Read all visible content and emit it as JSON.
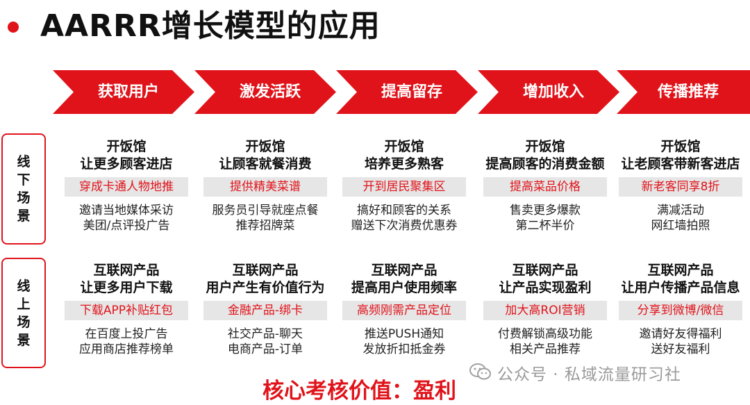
{
  "title": "AARRR增长模型的应用",
  "accent_color": "#e0131a",
  "stages": [
    "获取用户",
    "激发活跃",
    "提高留存",
    "增加收入",
    "传播推荐"
  ],
  "offline": {
    "label_chars": [
      "线",
      "下",
      "场",
      "景"
    ],
    "columns": [
      {
        "head1": "开饭馆",
        "head2": "让更多顾客进店",
        "tag": "穿成卡通人物地推",
        "desc1": "邀请当地媒体采访",
        "desc2": "美团/点评投广告"
      },
      {
        "head1": "开饭馆",
        "head2": "让顾客就餐消费",
        "tag": "提供精美菜谱",
        "desc1": "服务员引导就座点餐",
        "desc2": "推荐招牌菜"
      },
      {
        "head1": "开饭馆",
        "head2": "培养更多熟客",
        "tag": "开到居民聚集区",
        "desc1": "搞好和顾客的关系",
        "desc2": "赠送下次消费优惠券"
      },
      {
        "head1": "开饭馆",
        "head2": "提高顾客的消费金额",
        "tag": "提高菜品价格",
        "desc1": "售卖更多爆款",
        "desc2": "第二杯半价"
      },
      {
        "head1": "开饭馆",
        "head2": "让老顾客带新客进店",
        "tag": "新老客同享8折",
        "desc1": "满减活动",
        "desc2": "网红墙拍照"
      }
    ]
  },
  "online": {
    "label_chars": [
      "线",
      "上",
      "场",
      "景"
    ],
    "columns": [
      {
        "head1": "互联网产品",
        "head2": "让更多用户下载",
        "tag": "下载APP补贴红包",
        "desc1": "在百度上投广告",
        "desc2": "应用商店推荐榜单"
      },
      {
        "head1": "互联网产品",
        "head2": "用户产生有价值行为",
        "tag": "金融产品-绑卡",
        "desc1": "社交产品-聊天",
        "desc2": "电商产品-订单"
      },
      {
        "head1": "互联网产品",
        "head2": "提高用户使用频率",
        "tag": "高频刚需产品定位",
        "desc1": "推送PUSH通知",
        "desc2": "发放折扣抵金券"
      },
      {
        "head1": "互联网产品",
        "head2": "让产品实现盈利",
        "tag": "加大高ROI营销",
        "desc1": "付费解锁高级功能",
        "desc2": "相关产品推荐"
      },
      {
        "head1": "互联网产品",
        "head2": "让用户传播产品信息",
        "tag": "分享到微博/微信",
        "desc1": "邀请好友得福利",
        "desc2": "送好友福利"
      }
    ]
  },
  "watermark": "公众号 · 私域流量研习社",
  "core_value": "核心考核价值：盈利"
}
